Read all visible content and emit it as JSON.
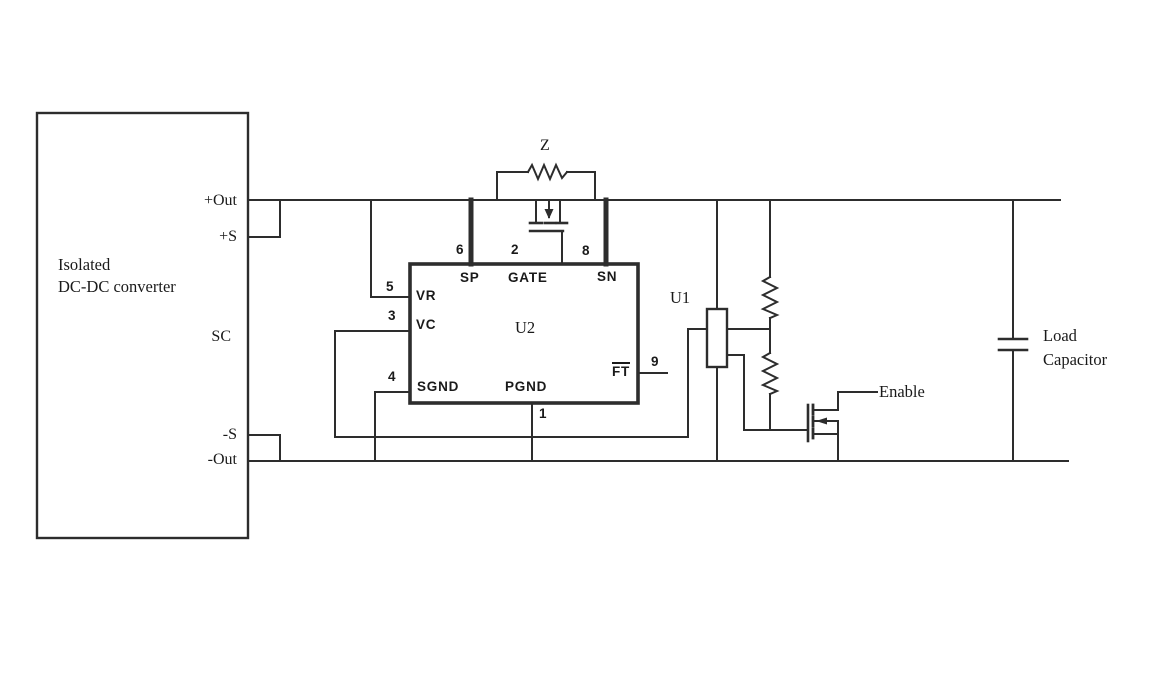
{
  "converter": {
    "name_line1": "Isolated",
    "name_line2": "DC-DC converter",
    "pin_out_pos": "+Out",
    "pin_sense_pos": "+S",
    "pin_sc": "SC",
    "pin_sense_neg": "-S",
    "pin_out_neg": "-Out"
  },
  "u2": {
    "ref": "U2",
    "pin_sp": {
      "name": "SP",
      "num": "6"
    },
    "pin_gate": {
      "name": "GATE",
      "num": "2"
    },
    "pin_sn": {
      "name": "SN",
      "num": "8"
    },
    "pin_vr": {
      "name": "VR",
      "num": "5"
    },
    "pin_vc": {
      "name": "VC",
      "num": "3"
    },
    "pin_sgnd": {
      "name": "SGND",
      "num": "4"
    },
    "pin_pgnd": {
      "name": "PGND",
      "num": "1"
    },
    "pin_ft": {
      "name": "FT",
      "num": "9"
    }
  },
  "u1": {
    "ref": "U1"
  },
  "z": {
    "ref": "Z"
  },
  "enable": {
    "label": "Enable"
  },
  "load_capacitor": {
    "line1": "Load",
    "line2": "Capacitor"
  },
  "colors": {
    "wire": "#2d2d2d",
    "text": "#1a1a1a",
    "background": "#ffffff"
  }
}
